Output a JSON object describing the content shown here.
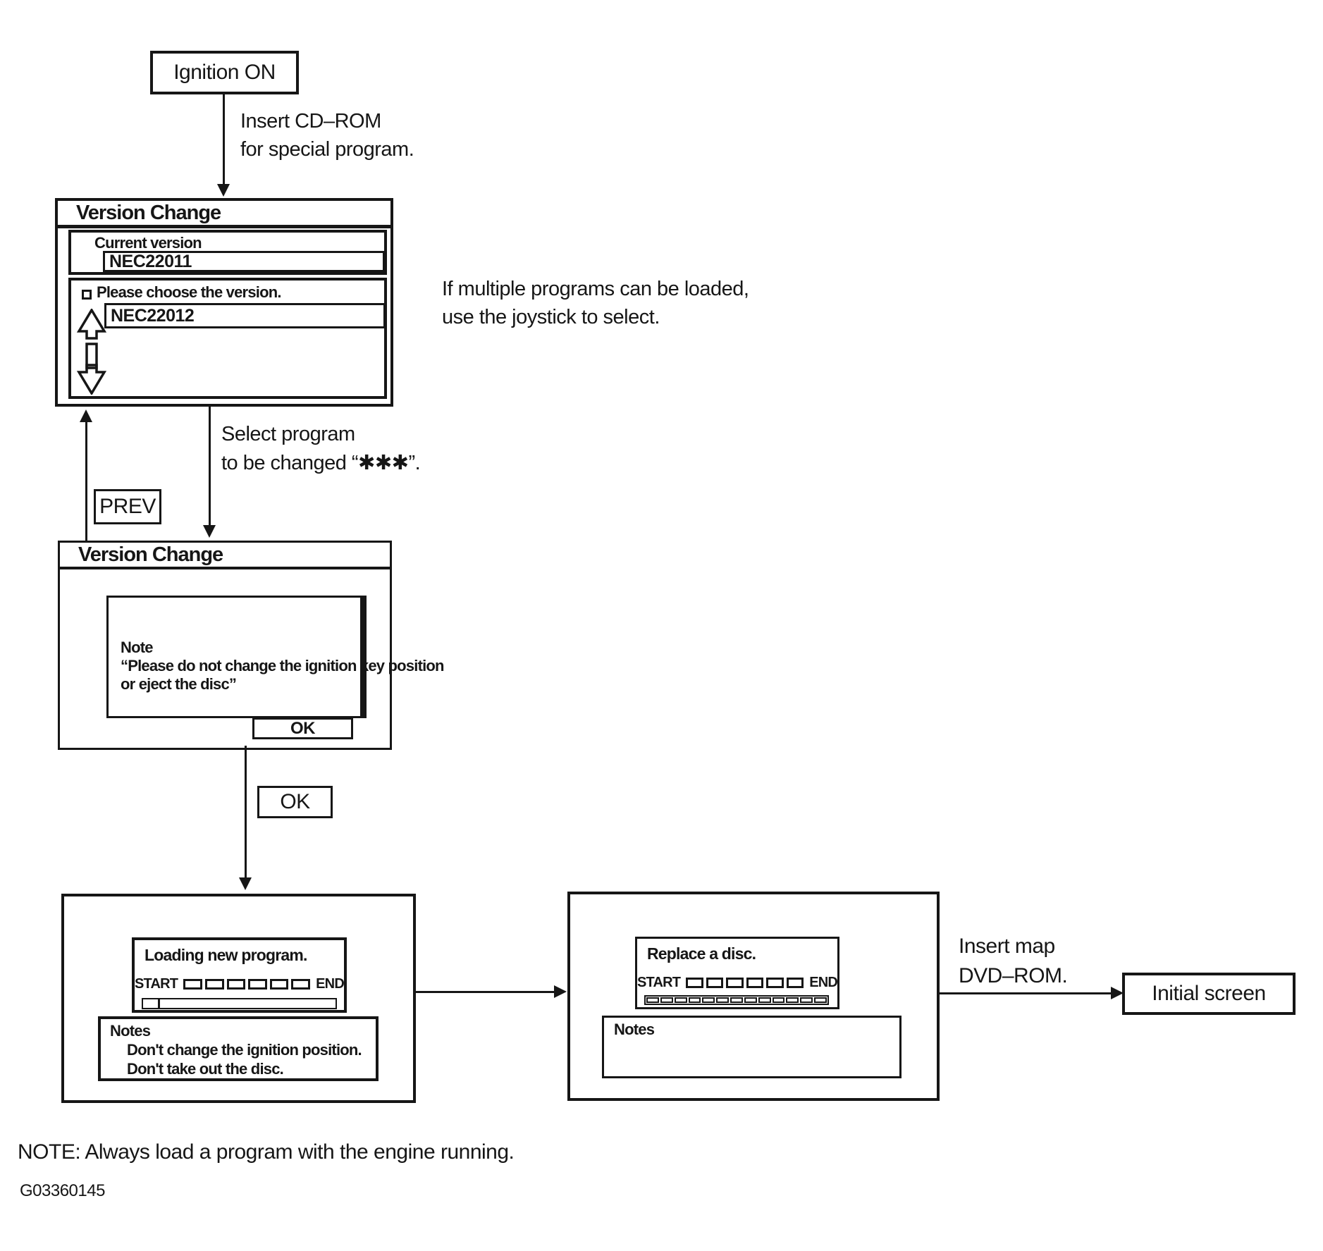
{
  "flow": {
    "ignition_label": "Ignition ON",
    "insert_cdrom_line1": "Insert CD–ROM",
    "insert_cdrom_line2": "for special program.",
    "multiple_line1": "If multiple programs can be loaded,",
    "multiple_line2": "use the joystick to select.",
    "select_line1": "Select program",
    "select_line2": "to be changed “✱✱✱”.",
    "prev_label": "PREV",
    "ok_label": "OK",
    "insert_map_line1": "Insert map",
    "insert_map_line2": "DVD–ROM.",
    "initial_label": "Initial screen"
  },
  "screen1": {
    "title": "Version Change",
    "current_version_label": "Current version",
    "current_version_value": "NEC22011",
    "choose_prompt": "Please choose the version.",
    "choose_value": "NEC22012"
  },
  "screen2": {
    "title": "Version Change",
    "note_title": "Note",
    "note_line1": "“Please do not change the ignition key position",
    "note_line2": "or eject the disc”",
    "ok_label": "OK"
  },
  "screen3": {
    "title": "Loading new program.",
    "start_label": "START",
    "end_label": "END",
    "segment_count": 6,
    "notes_title": "Notes",
    "notes": [
      "Don't change the ignition position.",
      "Don't take out the disc."
    ]
  },
  "screen4": {
    "title": "Replace a disc.",
    "start_label": "START",
    "end_label": "END",
    "segment_count": 6,
    "bar_cell_count": 13,
    "notes_title": "Notes"
  },
  "footer": {
    "note": "NOTE: Always load a program with the engine running.",
    "figure_id": "G03360145"
  }
}
